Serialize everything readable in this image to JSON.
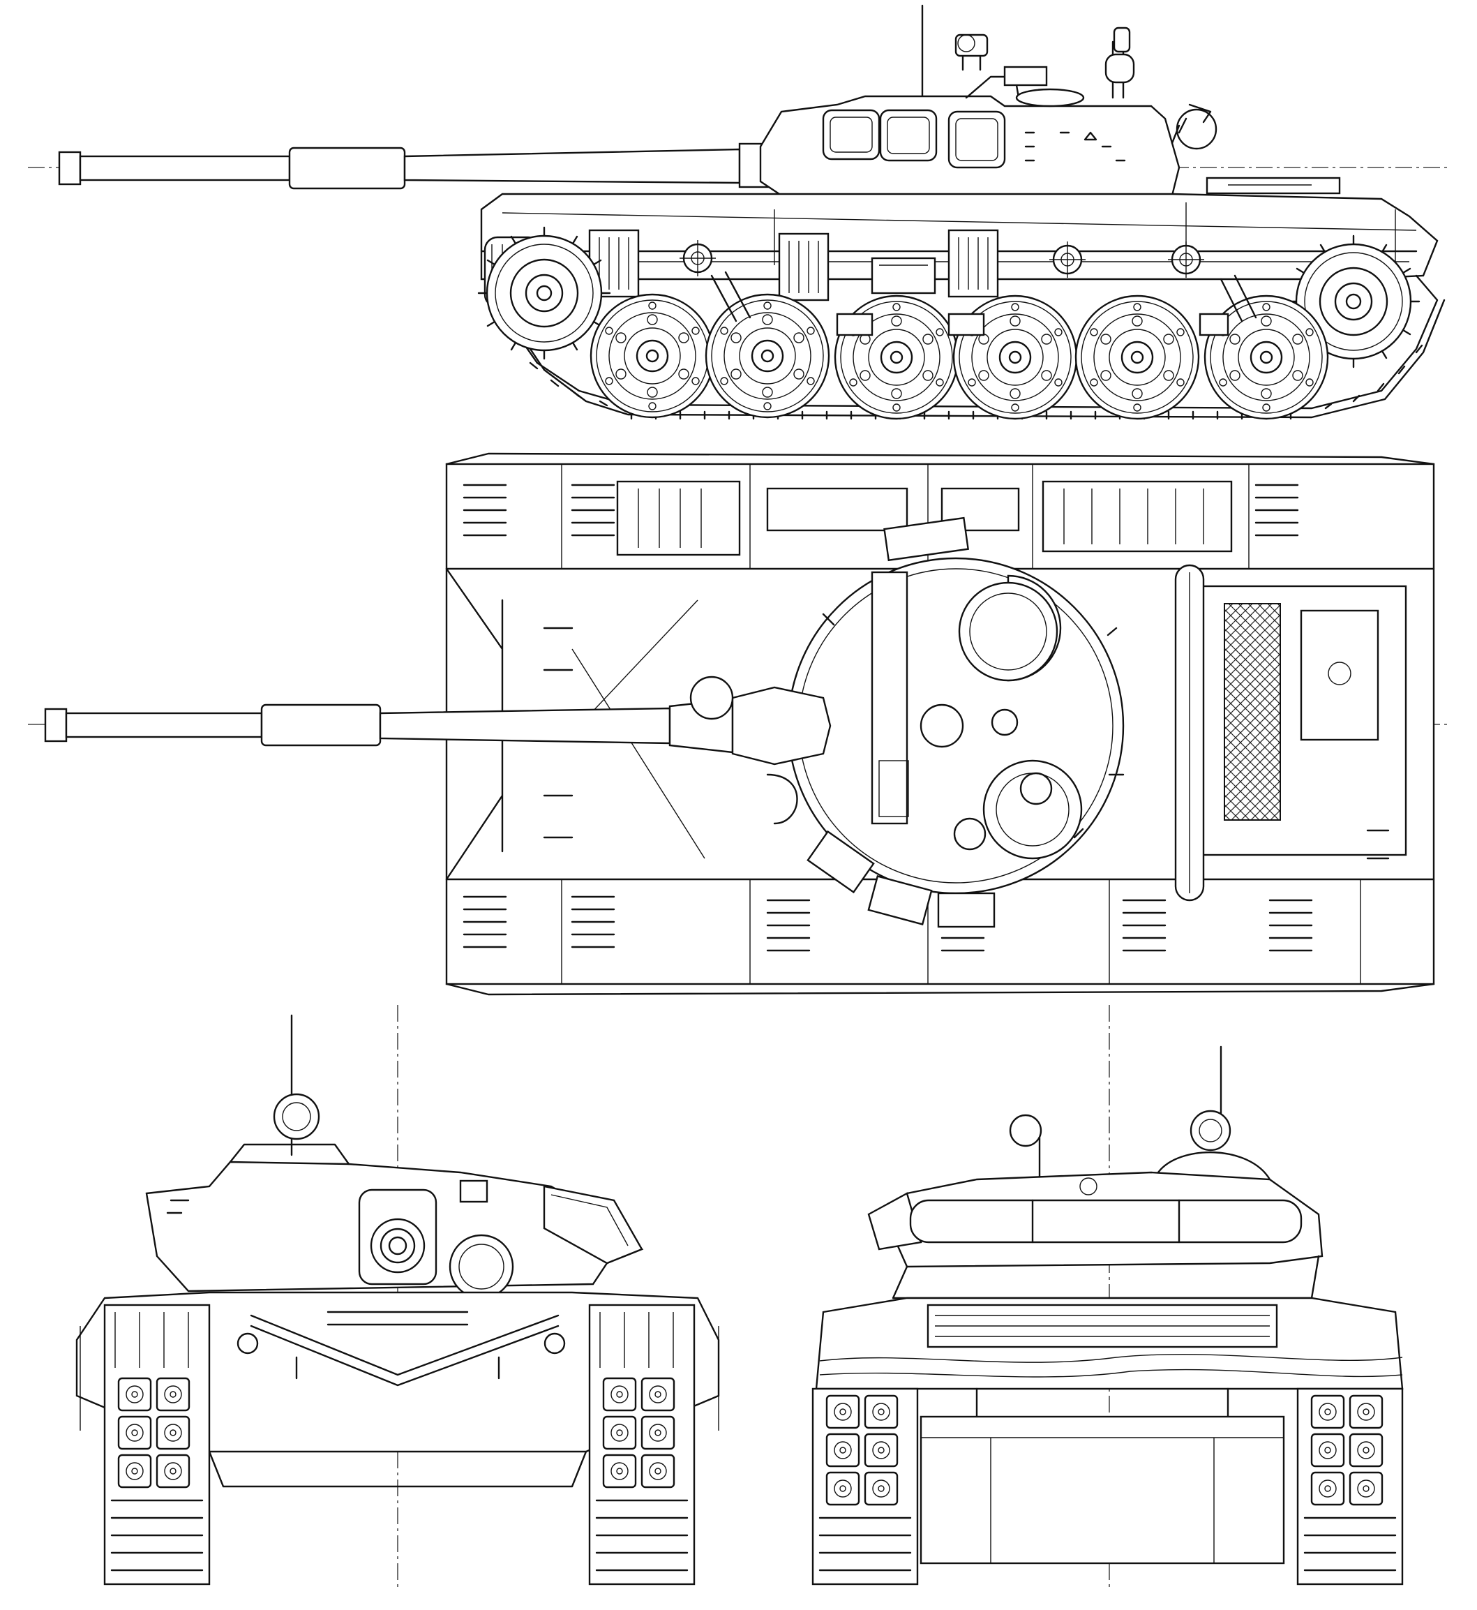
{
  "drawing": {
    "kind": "line-drawing",
    "views": [
      {
        "id": "side-view"
      },
      {
        "id": "top-view"
      },
      {
        "id": "front-view"
      },
      {
        "id": "rear-view"
      }
    ],
    "ink_color": "#111111",
    "paper_color": "#ffffff"
  }
}
